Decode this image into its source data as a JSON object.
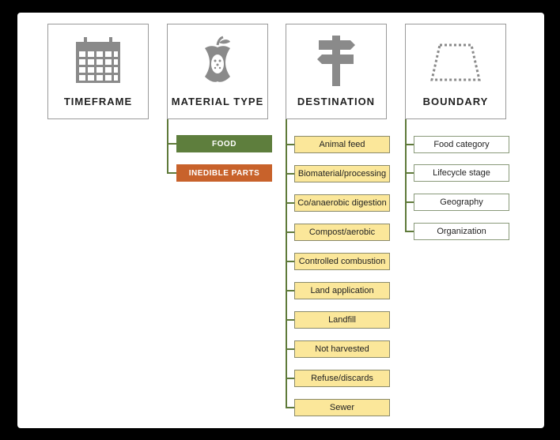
{
  "cards": [
    {
      "title": "TIMEFRAME",
      "icon": "calendar-icon"
    },
    {
      "title": "MATERIAL TYPE",
      "icon": "apple-core-icon"
    },
    {
      "title": "DESTINATION",
      "icon": "signpost-icon"
    },
    {
      "title": "BOUNDARY",
      "icon": "dashed-trapezoid-icon"
    }
  ],
  "material_type": {
    "items": [
      "FOOD",
      "INEDIBLE PARTS"
    ],
    "colors": [
      "#5e7e3d",
      "#c8622b"
    ]
  },
  "destination": {
    "items": [
      "Animal feed",
      "Biomaterial/processing",
      "Co/anaerobic digestion",
      "Compost/aerobic",
      "Controlled combustion",
      "Land application",
      "Landfill",
      "Not harvested",
      "Refuse/discards",
      "Sewer"
    ],
    "color": "#fbe79a"
  },
  "boundary": {
    "items": [
      "Food category",
      "Lifecycle stage",
      "Geography",
      "Organization"
    ]
  },
  "colors": {
    "connector": "#5f7a3a",
    "icon": "#8a8a8a"
  }
}
